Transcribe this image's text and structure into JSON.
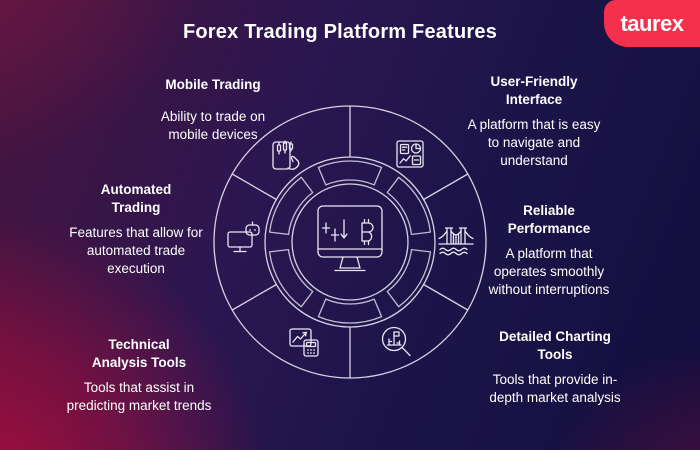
{
  "title": "Forex Trading Platform Features",
  "logo": {
    "text": "taurex",
    "color": "#F5304C"
  },
  "background": {
    "base_navy": "#1D1549",
    "corner_crimson": "#A50E3A",
    "corner_maroon": "#6D1C4A"
  },
  "diagram": {
    "center_icon": "monitor-candlestick-bitcoin-icon",
    "segments": 6,
    "line_color": "#E9E7F5"
  },
  "features": [
    {
      "id": "mobile-trading",
      "title": "Mobile Trading",
      "description": "Ability to trade on\nmobile devices",
      "icon": "smartphone-trading-icon"
    },
    {
      "id": "user-friendly-interface",
      "title": "User-Friendly\nInterface",
      "description": "A platform that is easy\nto navigate and\nunderstand",
      "icon": "dashboard-panel-icon"
    },
    {
      "id": "automated-trading",
      "title": "Automated\nTrading",
      "description": "Features that allow for\nautomated trade\nexecution",
      "icon": "robot-computer-icon"
    },
    {
      "id": "reliable-performance",
      "title": "Reliable\nPerformance",
      "description": "A platform that\noperates smoothly\nwithout interruptions",
      "icon": "suspension-bridge-icon"
    },
    {
      "id": "technical-analysis-tools",
      "title": "Technical\nAnalysis Tools",
      "description": "Tools that assist in\npredicting market trends",
      "icon": "chart-calculator-icon"
    },
    {
      "id": "detailed-charting-tools",
      "title": "Detailed Charting\nTools",
      "description": "Tools that provide in-\ndepth market analysis",
      "icon": "magnifier-chart-icon"
    }
  ]
}
